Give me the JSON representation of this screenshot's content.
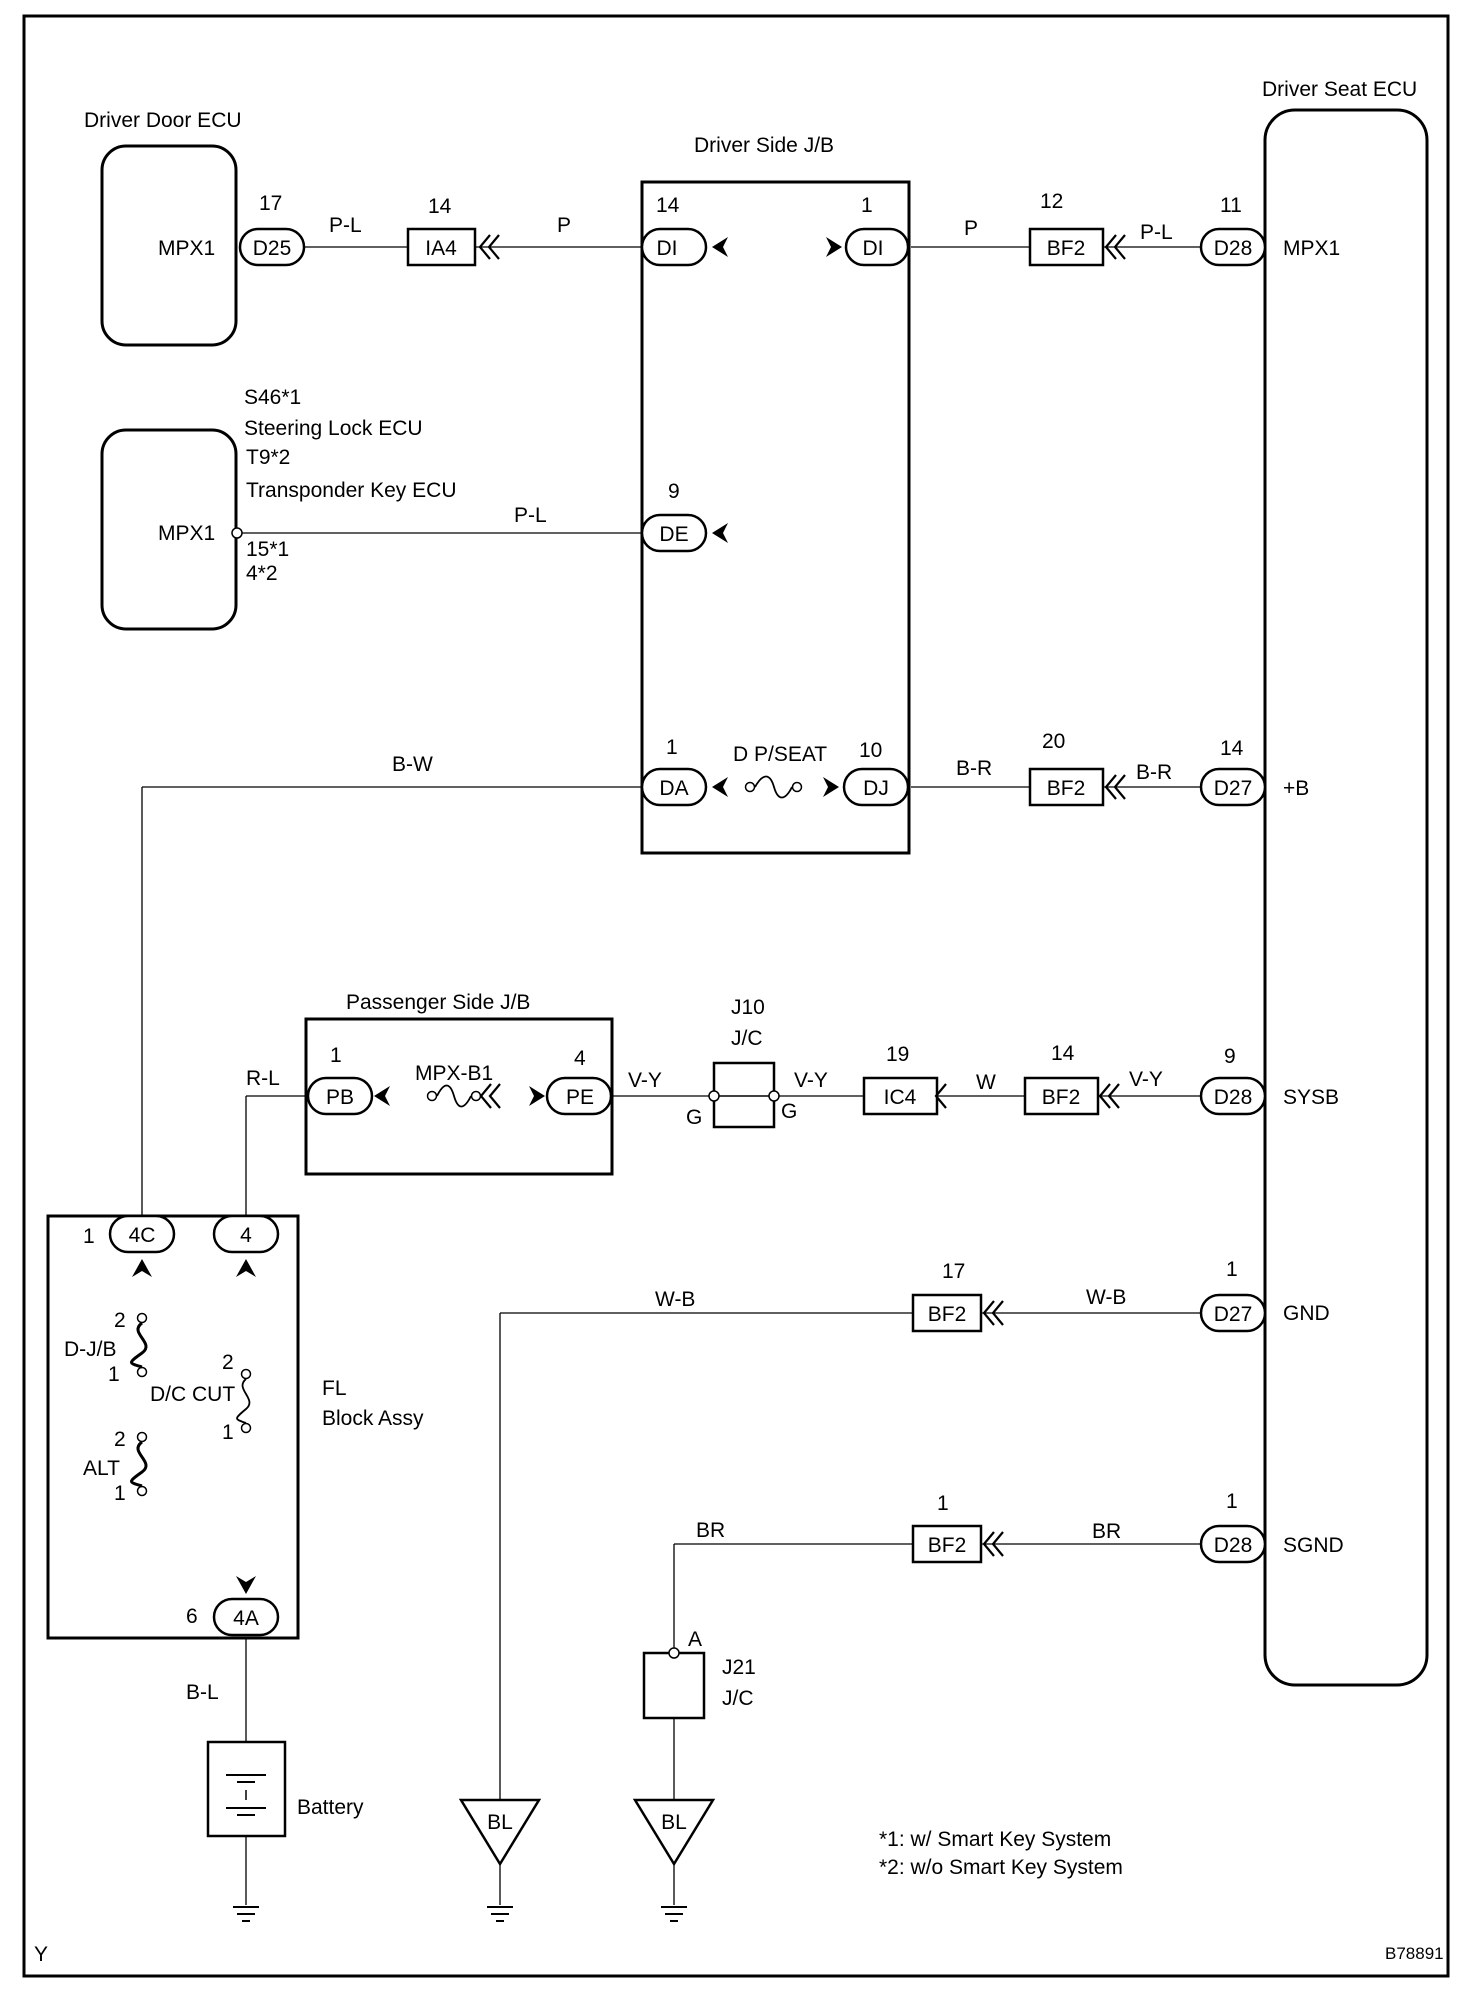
{
  "components": {
    "driver_door_ecu": {
      "label": "Driver Door ECU",
      "pin": "MPX1"
    },
    "driver_seat_ecu": {
      "label": "Driver Seat ECU",
      "pins": [
        "MPX1",
        "+B",
        "SYSB",
        "GND",
        "SGND"
      ]
    },
    "driver_jb": {
      "label": "Driver Side J/B",
      "fuse": "D P/SEAT"
    },
    "passenger_jb": {
      "label": "Passenger Side J/B",
      "fuse": "MPX-B1"
    },
    "steering_lock": {
      "line1": "S46*1",
      "line2": "Steering Lock ECU",
      "line3": "T9*2",
      "line4": "Transponder Key ECU",
      "pin": "MPX1",
      "pin_no1": "15*1",
      "pin_no2": "4*2"
    },
    "fl_block": {
      "line1": "FL",
      "line2": "Block Assy",
      "fuses": [
        "D-J/B",
        "D/C CUT",
        "ALT"
      ]
    },
    "battery": {
      "label": "Battery"
    },
    "j10": {
      "line1": "J10",
      "line2": "J/C"
    },
    "j21": {
      "line1": "J21",
      "line2": "J/C"
    }
  },
  "connectors": [
    "D25",
    "IA4",
    "DI",
    "DI",
    "BF2",
    "D28",
    "DE",
    "DA",
    "DJ",
    "BF2",
    "D27",
    "PB",
    "PE",
    "IC4",
    "BF2",
    "D28",
    "BF2",
    "D27",
    "BF2",
    "D28",
    "4C",
    "4",
    "4A"
  ],
  "pin_numbers": [
    "17",
    "14",
    "14",
    "1",
    "12",
    "11",
    "9",
    "1",
    "10",
    "20",
    "14",
    "1",
    "4",
    "19",
    "14",
    "9",
    "1",
    "6",
    "17",
    "1",
    "1",
    "1",
    "2",
    "1",
    "2",
    "1",
    "2",
    "1"
  ],
  "wire_colors": [
    "P-L",
    "P",
    "P",
    "P-L",
    "P-L",
    "B-W",
    "B-R",
    "B-R",
    "R-L",
    "V-Y",
    "V-Y",
    "W",
    "V-Y",
    "W-B",
    "W-B",
    "BR",
    "BR",
    "B-L"
  ],
  "junction_pins": [
    "G",
    "G",
    "A"
  ],
  "grounds": [
    "BL",
    "BL"
  ],
  "footnotes": {
    "note1": "*1: w/ Smart Key System",
    "note2": "*2: w/o Smart Key System"
  },
  "corner_letter": "Y",
  "figure_id": "B78891"
}
